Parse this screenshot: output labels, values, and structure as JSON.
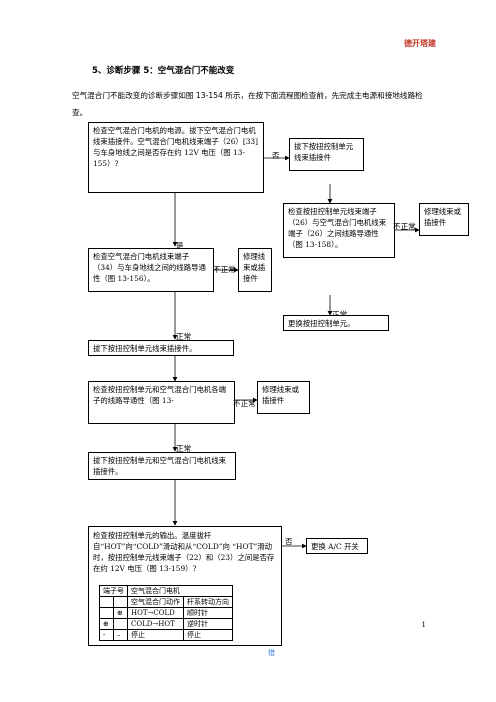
{
  "header": {
    "right_text": "德开塔建"
  },
  "section": {
    "title": "5、诊断步骤 5：空气混合门不能改变",
    "intro": "空气混合门不能改变的诊断步骤如图 13-154 所示，在按下面流程图检查前，先完成主电源和接地线路检查。"
  },
  "flow": {
    "box1": "检查空气混合门电机的电源。拔下空气混合门电机线束插接件。空气混合门电机线束端子（26）[33]与车身地线之间是否存在约 12V 电压（图 13-155）?",
    "box2": "拔下按扭控制单元线束插接件",
    "box3": "检查按扭控制单元线束端子（26）与空气混合门电机线束端子（26）之间线路导通性（图 13-158）。",
    "box4": "修理线束或插接件",
    "box5": "检查空气混合门电机线束端子（34）与车身地线之间的线路导通性（图 13-156）。",
    "box6": "修理线束或插接件",
    "box7": "更换按扭控制单元。",
    "box8": "拔下按扭控制单元线束插接件。",
    "box9": "检查按扭控制单元和空气混合门电机各端子的线路导通性（图 13-",
    "box10": "修理线束或插接件",
    "box11": "拔下按扭控制单元和空气混合门电机线束插接件。",
    "box12": "检查按扭控制单元的输出。温度拔杆自“HOT”向“COLD”滑动和从“COLD”向 “HOT”滑动时，按扭控制单元线束端子（22）和（23）之间是否存在约 12V 电压（图 13-159）?",
    "box13": "更换 A/C 开关",
    "labels": {
      "no1": "否",
      "yes1": "是",
      "abn1": "不正常",
      "abn2": "不正常",
      "ok1": "正常",
      "ok2": "正常",
      "abn3": "不正常",
      "ok3": "正常",
      "no2": "否"
    }
  },
  "table": {
    "r1": [
      "端子号",
      "空气混合门电机"
    ],
    "r2": [
      "空气混合门动作",
      "杆系转动方向"
    ],
    "r3": [
      "⊕",
      "HOT→COLD",
      "顺时针"
    ],
    "r4": [
      "⊕",
      "COLD→HOT",
      "逆时针"
    ],
    "r5": [
      "-",
      "–",
      "停止",
      "停止"
    ]
  },
  "page_number": "1",
  "footer": "猎"
}
